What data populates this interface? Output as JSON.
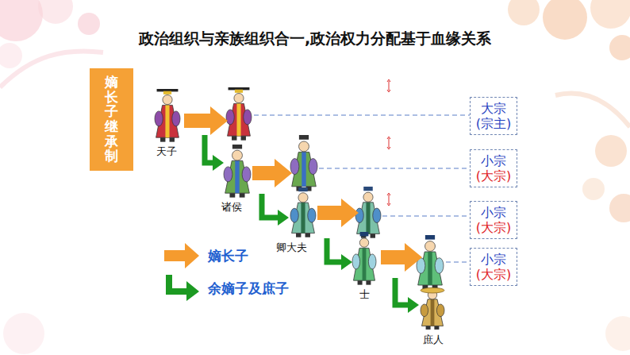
{
  "diagram": {
    "title": "政治组织与亲族组织合一,政治权力分配基于血缘关系",
    "nodes": [
      {
        "text": [
          "嫡长子继承制"
        ]
      },
      {
        "text": [
          "大宗",
          "(宗主)"
        ]
      },
      {
        "text": [
          "小宗",
          "(大宗)"
        ]
      },
      {
        "text": [
          "小宗",
          "(大宗)"
        ]
      },
      {
        "text": [
          "小宗",
          "(大宗)"
        ]
      }
    ],
    "labels": [
      "天子",
      "诸侯",
      "卿大夫",
      "士",
      "庶人"
    ],
    "legend": [
      {
        "text": "嫡长子",
        "color": "#f59b2e"
      },
      {
        "text": "余嫡子及庶子",
        "color": "#1c9a22"
      }
    ]
  }
}
